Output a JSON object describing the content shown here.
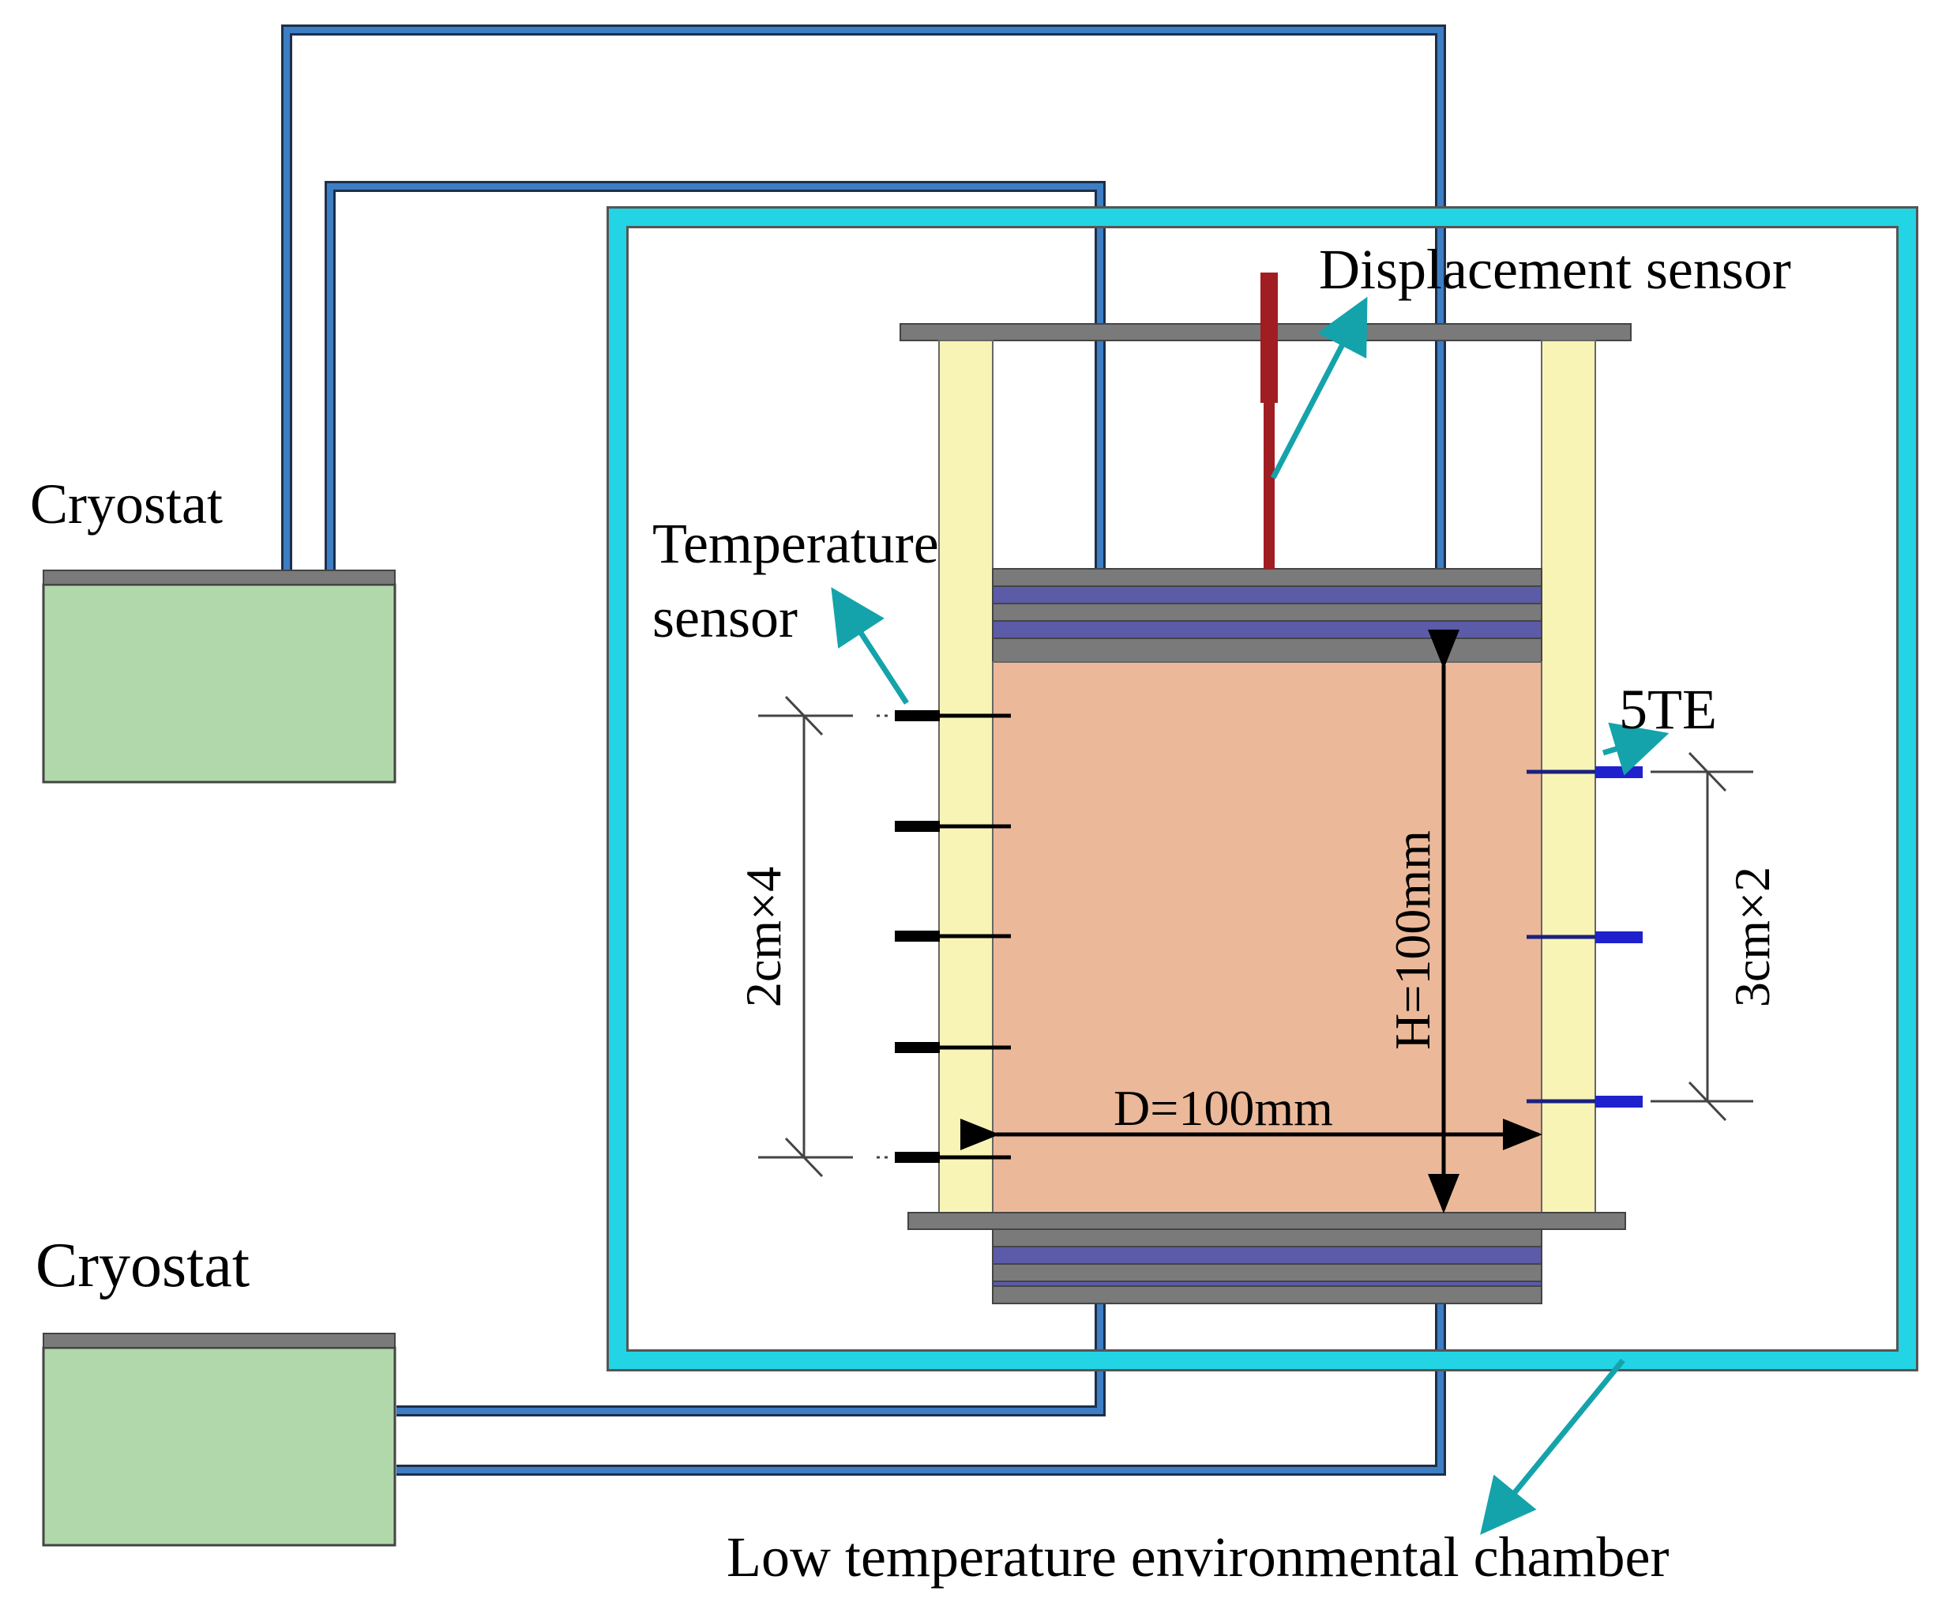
{
  "labels": {
    "cryostat_top": "Cryostat",
    "cryostat_bottom": "Cryostat",
    "displacement_sensor": "Displacement sensor",
    "temperature_sensor_line1": "Temperature",
    "temperature_sensor_line2": "sensor",
    "te": "5TE",
    "height": "H=100mm",
    "diameter": "D=100mm",
    "left_spacing": "2cm×4",
    "right_spacing": "3cm×2",
    "chamber": "Low temperature environmental chamber"
  },
  "colors": {
    "pipe_blue": "#2a5d9c",
    "chamber_cyan": "#22d4e4",
    "arrow_teal": "#15a3ab",
    "cryostat_green": "#b1d8aa",
    "plate_gray": "#7a7a7a",
    "column_yellow": "#f8f4b6",
    "soil_orange": "#ebb999",
    "disk_purple": "#5b5ba8",
    "rod_red": "#a01e22",
    "te_blue": "#1f22cc"
  },
  "counts": {
    "temperature_sensors": 5,
    "te_sensors": 3
  }
}
